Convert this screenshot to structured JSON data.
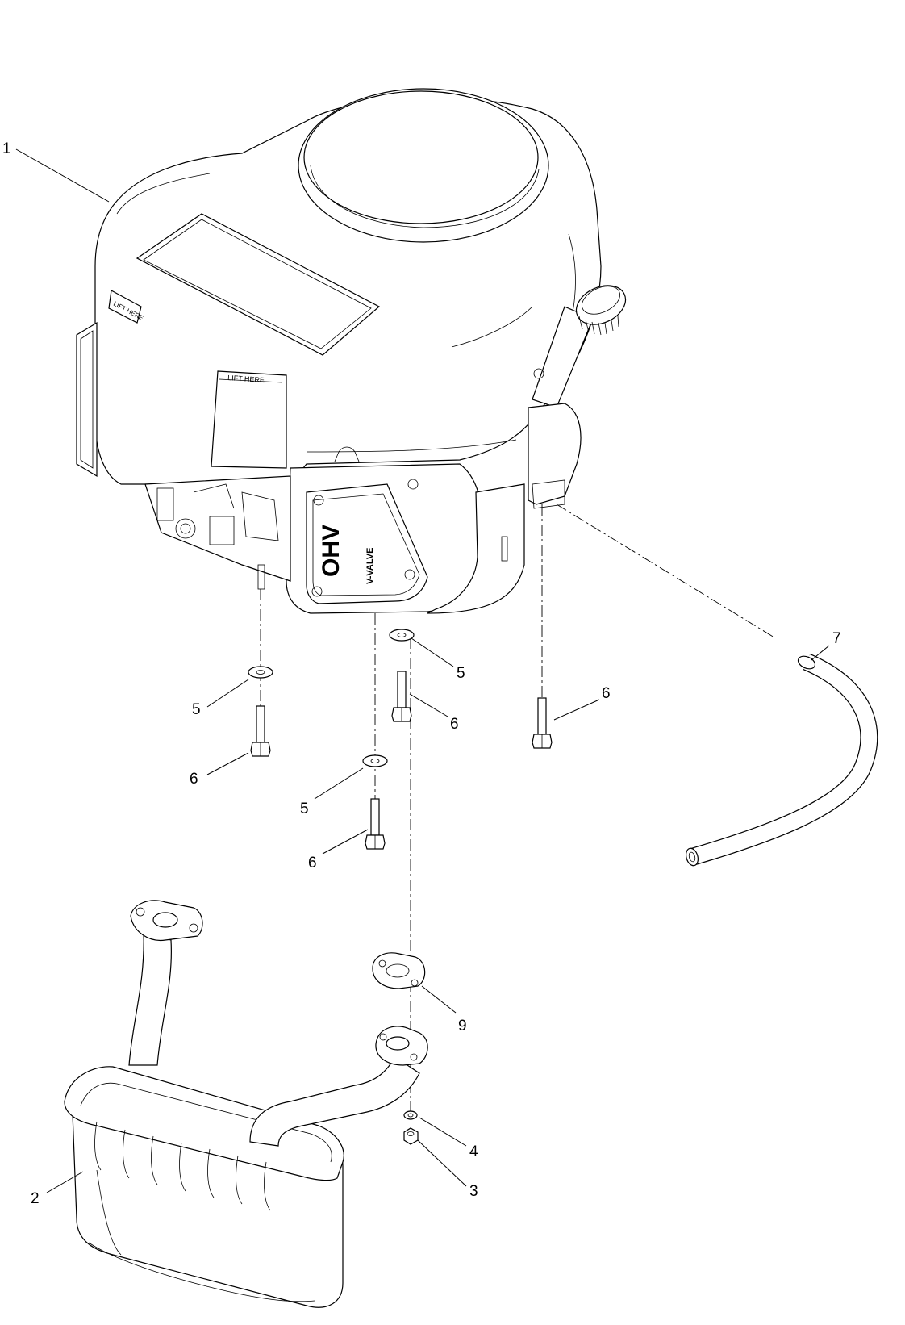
{
  "diagram": {
    "callouts": [
      {
        "id": "c1",
        "label": "1"
      },
      {
        "id": "c2",
        "label": "2"
      },
      {
        "id": "c3",
        "label": "3"
      },
      {
        "id": "c4",
        "label": "4"
      },
      {
        "id": "c5a",
        "label": "5"
      },
      {
        "id": "c5b",
        "label": "5"
      },
      {
        "id": "c5c",
        "label": "5"
      },
      {
        "id": "c6a",
        "label": "6"
      },
      {
        "id": "c6b",
        "label": "6"
      },
      {
        "id": "c6c",
        "label": "6"
      },
      {
        "id": "c6d",
        "label": "6"
      },
      {
        "id": "c7",
        "label": "7"
      },
      {
        "id": "c9",
        "label": "9"
      }
    ],
    "embossed": {
      "lift_here_1": "LIFT HERE",
      "lift_here_2": "LIFT HERE",
      "ohv": "OHV",
      "v_valve": "V-VALVE"
    }
  }
}
